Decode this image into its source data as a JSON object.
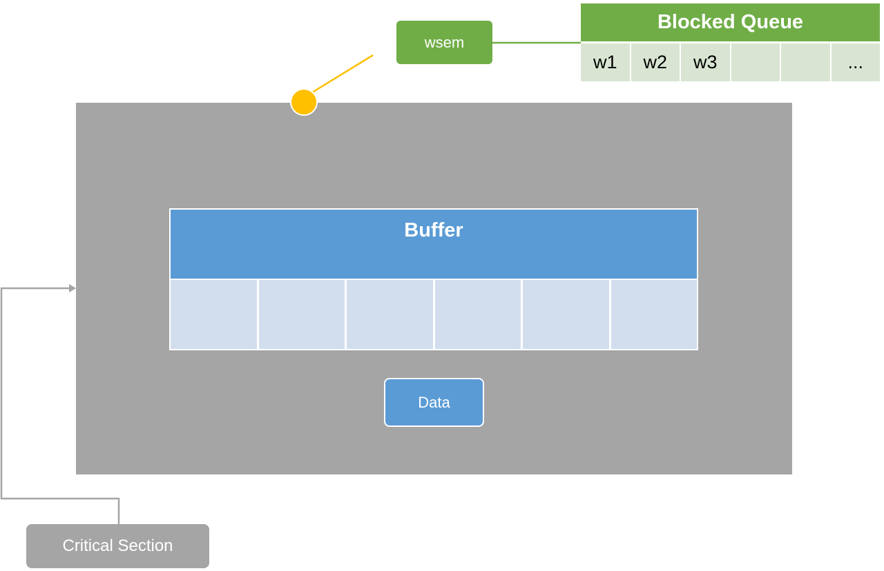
{
  "semaphore": {
    "name": "wsem"
  },
  "blocked_queue": {
    "title": "Blocked Queue",
    "cells": [
      "w1",
      "w2",
      "w3",
      "",
      "",
      "..."
    ]
  },
  "buffer": {
    "title": "Buffer",
    "slot_count": 6
  },
  "data_label": "Data",
  "critical_section_label": "Critical Section",
  "colors": {
    "semaphore_green": "#70ad47",
    "queue_cell": "#d9e5d2",
    "critical_region_gray": "#a5a5a5",
    "buffer_blue": "#5b9bd5",
    "buffer_cell": "#d2deee",
    "lock_dot_yellow": "#ffc000"
  }
}
